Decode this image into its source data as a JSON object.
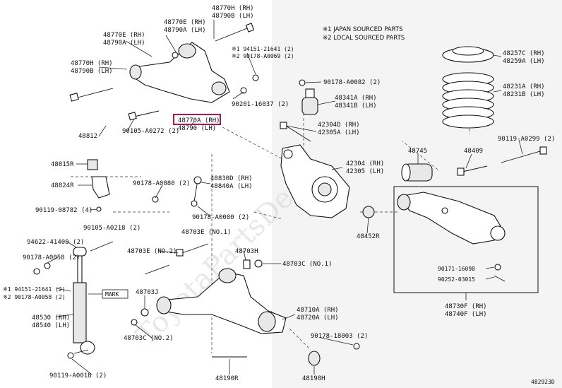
{
  "notes": {
    "line1": "※1 JAPAN SOURCED PARTS",
    "line2": "※2 LOCAL SOURCED PARTS"
  },
  "watermark": "ToyotaPartsDeal",
  "figure_id": "482923D",
  "highlight_color": "#b0174a",
  "labels": {
    "l48770H_48790B_top": [
      "48770H (RH)",
      "48790B (LH)"
    ],
    "l48770E_48790A": [
      "48770E (RH)",
      "48790A (LH)"
    ],
    "l48770E_48790A_b": [
      "48770E (RH)",
      "48790A (LH)"
    ],
    "l48770H_48790B_left": [
      "48770H (RH)",
      "48790B (LH)"
    ],
    "l94151": "※1 94151-21641 (2)",
    "l90178_0069": "※2 90178-A0069 (2)",
    "l90201": "90201-16037 (2)",
    "l48770A_48790": [
      "48770A (RH)",
      "48790 (LH)"
    ],
    "l90105_0272": "90105-A0272 (2)",
    "l48812": "48812",
    "l48815R": "48815R",
    "l48824R": "48824R",
    "l90119_08782": "90119-08782 (4)",
    "l90105_0218": "90105-A0218 (2)",
    "l90178_0080_a": "90178-A0080 (2)",
    "l48830D_48840A": [
      "48830D (RH)",
      "48840A (LH)"
    ],
    "l90178_0080_b": "90178-A0080 (2)",
    "l90178_0082": "90178-A0082 (2)",
    "l48341A_48341B": [
      "48341A (RH)",
      "48341B (LH)"
    ],
    "l42304D_42305A": [
      "42304D (RH)",
      "42305A (LH)"
    ],
    "l42304_42305": [
      "42304 (RH)",
      "42305 (LH)"
    ],
    "l48745": "48745",
    "l48409": "48409",
    "l90119_0299": "90119-A0299 (2)",
    "l48257C_48259A": [
      "48257C (RH)",
      "48259A (LH)"
    ],
    "l48231A_48231B": [
      "48231A (RH)",
      "48231B (LH)"
    ],
    "l48452R": "48452R",
    "l90171_16098": "90171-16098",
    "l90252_03015": "90252-03015",
    "l48730F_48740F": [
      "48730F (RH)",
      "48740F (LH)"
    ],
    "l94622": "94622-41400 (2)",
    "l90178_0058_d": "90178-A0058 (2)",
    "l94151_b": "※1 94151-21641 (2)",
    "l90178_0058_b": "※2 90178-A0058 (2)",
    "l48703E_no2": "48703E (NO.2)",
    "l48703E_no1": "48703E (NO.1)",
    "l48703H": "48703H",
    "l48703C_no1": "48703C (NO.1)",
    "l48703J": "48703J",
    "l48703C_no2": "48703C (NO.2)",
    "l48530_48540": [
      "48530 (RH)",
      "48540 (LH)"
    ],
    "l48710A_48720A": [
      "48710A (RH)",
      "48720A (LH)"
    ],
    "l90178_18003": "90178-18003 (2)",
    "l90119_0018": "90119-A0018 (2)",
    "l48190R": "48190R",
    "l48198H": "48198H",
    "mark": "MARK"
  }
}
